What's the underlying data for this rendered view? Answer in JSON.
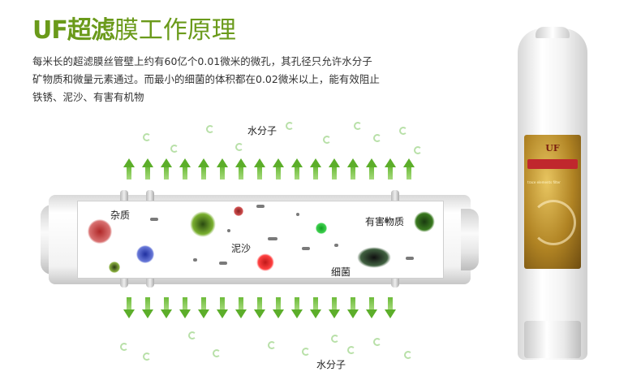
{
  "header": {
    "title_bold": "UF超滤",
    "title_light": "膜工作原理"
  },
  "description": [
    "每米长的超滤膜丝管壁上约有60亿个0.01微米的微孔，其孔径只允许水分子",
    "矿物质和微量元素通过。而最小的细菌的体积都在0.02微米以上，能有效阻止",
    "铁锈、泥沙、有害有机物"
  ],
  "labels": {
    "water_top": "水分子",
    "water_bottom": "水分子",
    "impurity": "杂质",
    "mud": "泥沙",
    "harmful": "有害物质",
    "bacteria": "细菌"
  },
  "cartridge": {
    "brand": "UF",
    "caption": "trace elements filter"
  },
  "colors": {
    "title_green": "#6a9a1a",
    "arrow_green": "#5cae2a"
  }
}
